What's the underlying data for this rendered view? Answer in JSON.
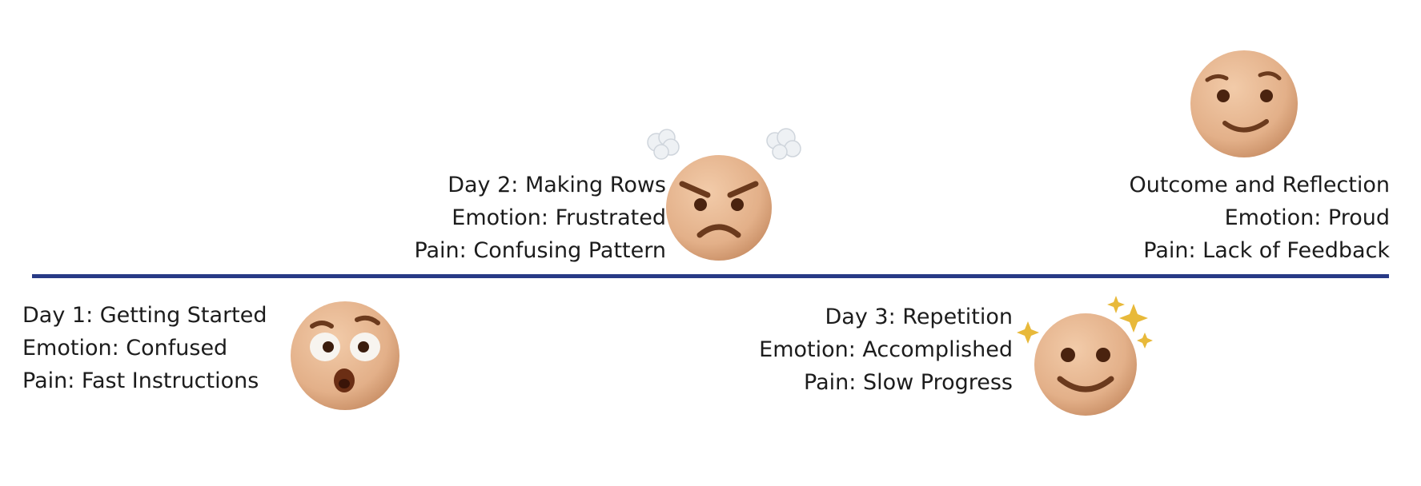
{
  "stages": [
    {
      "title": "Day 1: Getting Started",
      "emotion": "Emotion: Confused",
      "pain": "Pain: Fast Instructions",
      "icon": "surprised-face-icon",
      "position": "below-line"
    },
    {
      "title": "Day 2: Making Rows",
      "emotion": "Emotion: Frustrated",
      "pain": "Pain: Confusing Pattern",
      "icon": "angry-face-icon",
      "position": "above-line"
    },
    {
      "title": "Day 3: Repetition",
      "emotion": "Emotion: Accomplished",
      "pain": "Pain: Slow Progress",
      "icon": "sparkling-smile-face-icon",
      "position": "below-line"
    },
    {
      "title": "Outcome and Reflection",
      "emotion": "Emotion: Proud",
      "pain": "Pain: Lack of Feedback",
      "icon": "content-smile-face-icon",
      "position": "above-line"
    }
  ],
  "colors": {
    "timeline": "#283a86",
    "face": "#e6b48e",
    "feature": "#6b3a1d",
    "sparkle": "#e8b93a"
  }
}
